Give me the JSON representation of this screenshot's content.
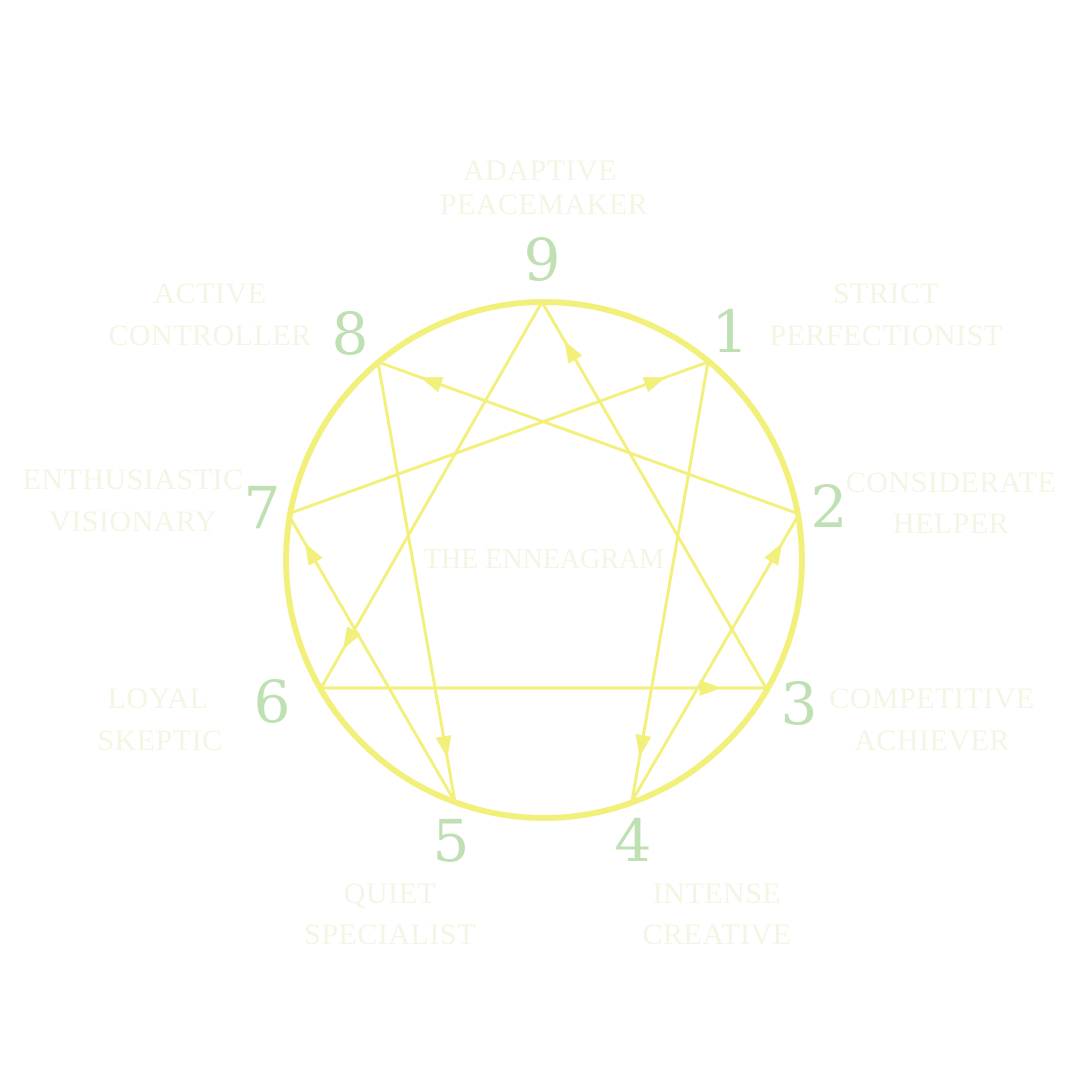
{
  "diagram": {
    "title": "THE ENNEAGRAM",
    "colors": {
      "line": "#f2f07a",
      "number": "#bfe0b3",
      "label": "#f3f6e4"
    },
    "types": [
      {
        "number": "1",
        "label_line1": "STRICT",
        "label_line2": "PERFECTIONIST"
      },
      {
        "number": "2",
        "label_line1": "CONSIDERATE",
        "label_line2": "HELPER"
      },
      {
        "number": "3",
        "label_line1": "COMPETITIVE",
        "label_line2": "ACHIEVER"
      },
      {
        "number": "4",
        "label_line1": "INTENSE",
        "label_line2": "CREATIVE"
      },
      {
        "number": "5",
        "label_line1": "QUIET",
        "label_line2": "SPECIALIST"
      },
      {
        "number": "6",
        "label_line1": "LOYAL",
        "label_line2": "SKEPTIC"
      },
      {
        "number": "7",
        "label_line1": "ENTHUSIASTIC",
        "label_line2": "VISIONARY"
      },
      {
        "number": "8",
        "label_line1": "ACTIVE",
        "label_line2": "CONTROLLER"
      },
      {
        "number": "9",
        "label_line1": "ADAPTIVE",
        "label_line2": "PEACEMAKER"
      }
    ],
    "arrows": [
      {
        "from": "9",
        "to": "6"
      },
      {
        "from": "6",
        "to": "3"
      },
      {
        "from": "3",
        "to": "9"
      },
      {
        "from": "1",
        "to": "4"
      },
      {
        "from": "4",
        "to": "2"
      },
      {
        "from": "2",
        "to": "8"
      },
      {
        "from": "8",
        "to": "5"
      },
      {
        "from": "5",
        "to": "7"
      },
      {
        "from": "7",
        "to": "1"
      }
    ]
  }
}
